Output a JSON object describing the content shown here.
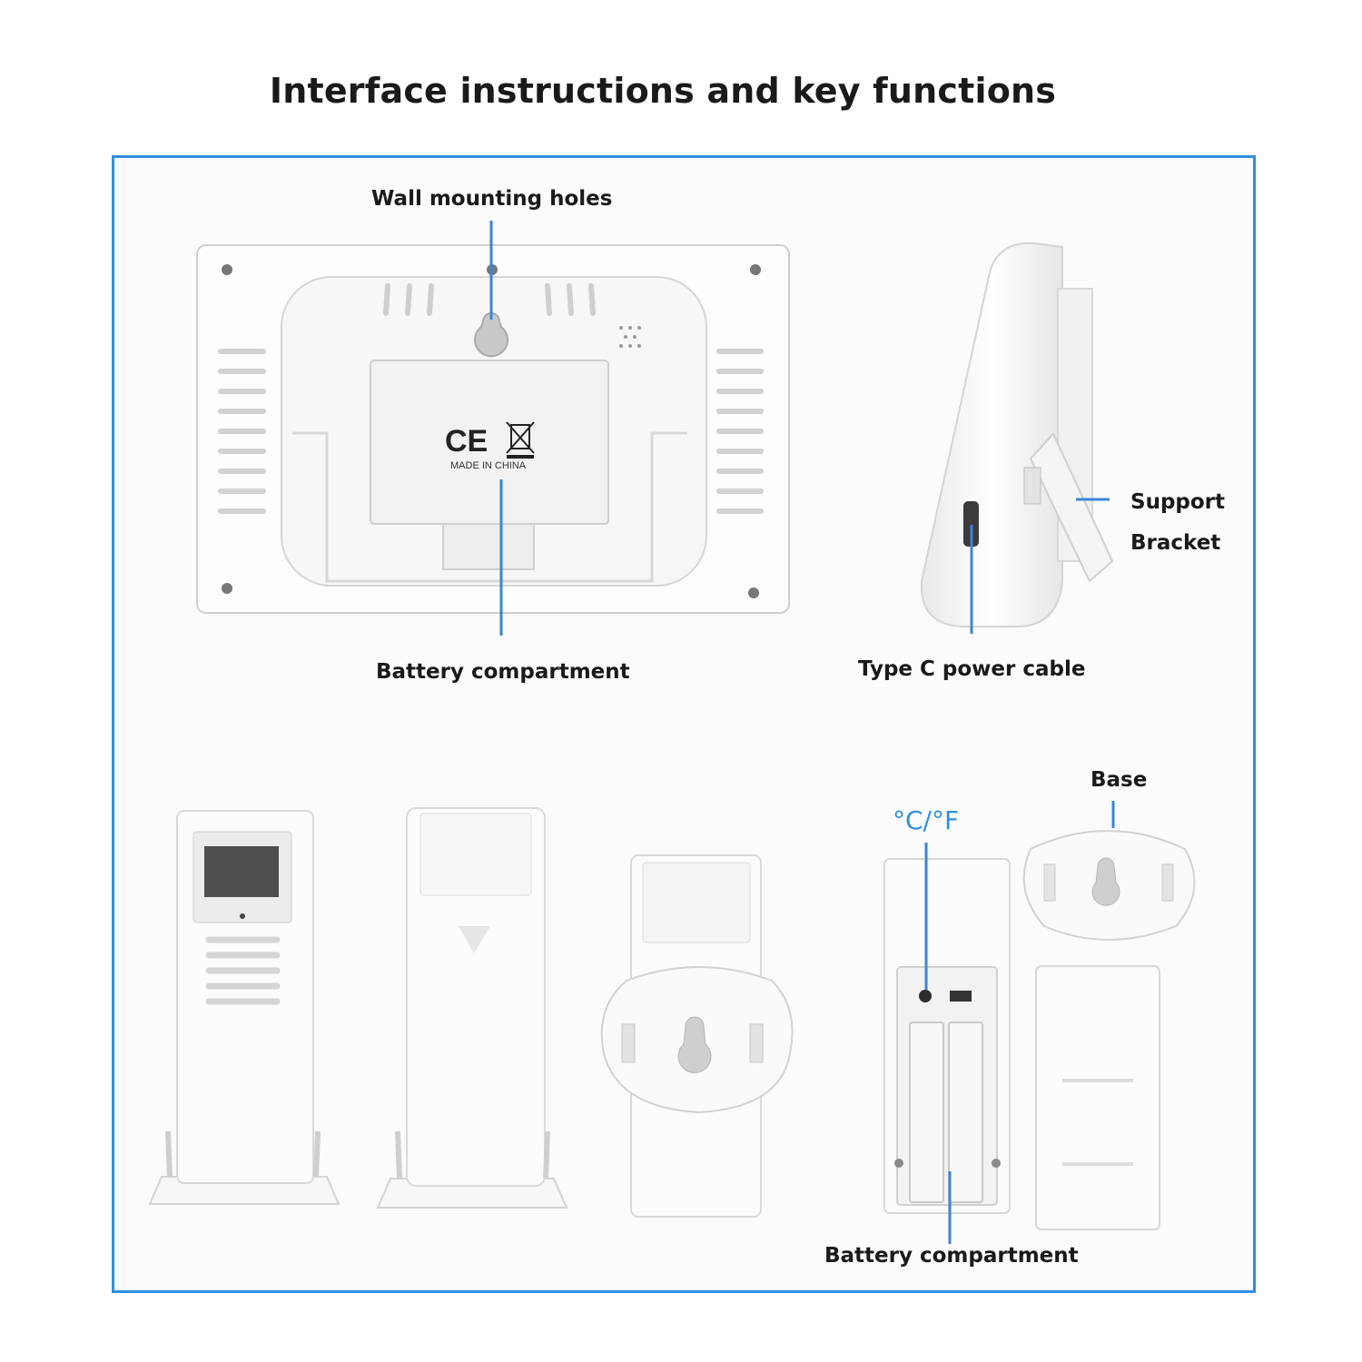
{
  "title": "Interface instructions and key functions",
  "labels": {
    "wall_mounting_holes": "Wall mounting holes",
    "battery_compartment_main": "Battery compartment",
    "type_c_power_cable": "Type C power cable",
    "support_line1": "Support",
    "support_line2": "Bracket",
    "base": "Base",
    "celsius_fahrenheit": "°C/°F",
    "battery_compartment_sensor": "Battery compartment"
  },
  "markings": {
    "ce": "CE",
    "made_in": "MADE IN CHINA"
  },
  "colors": {
    "accent": "#2f8fe0",
    "callout_line": "#3a86d6",
    "device": "#ffffff",
    "device_shadow": "#d9d9d9"
  }
}
